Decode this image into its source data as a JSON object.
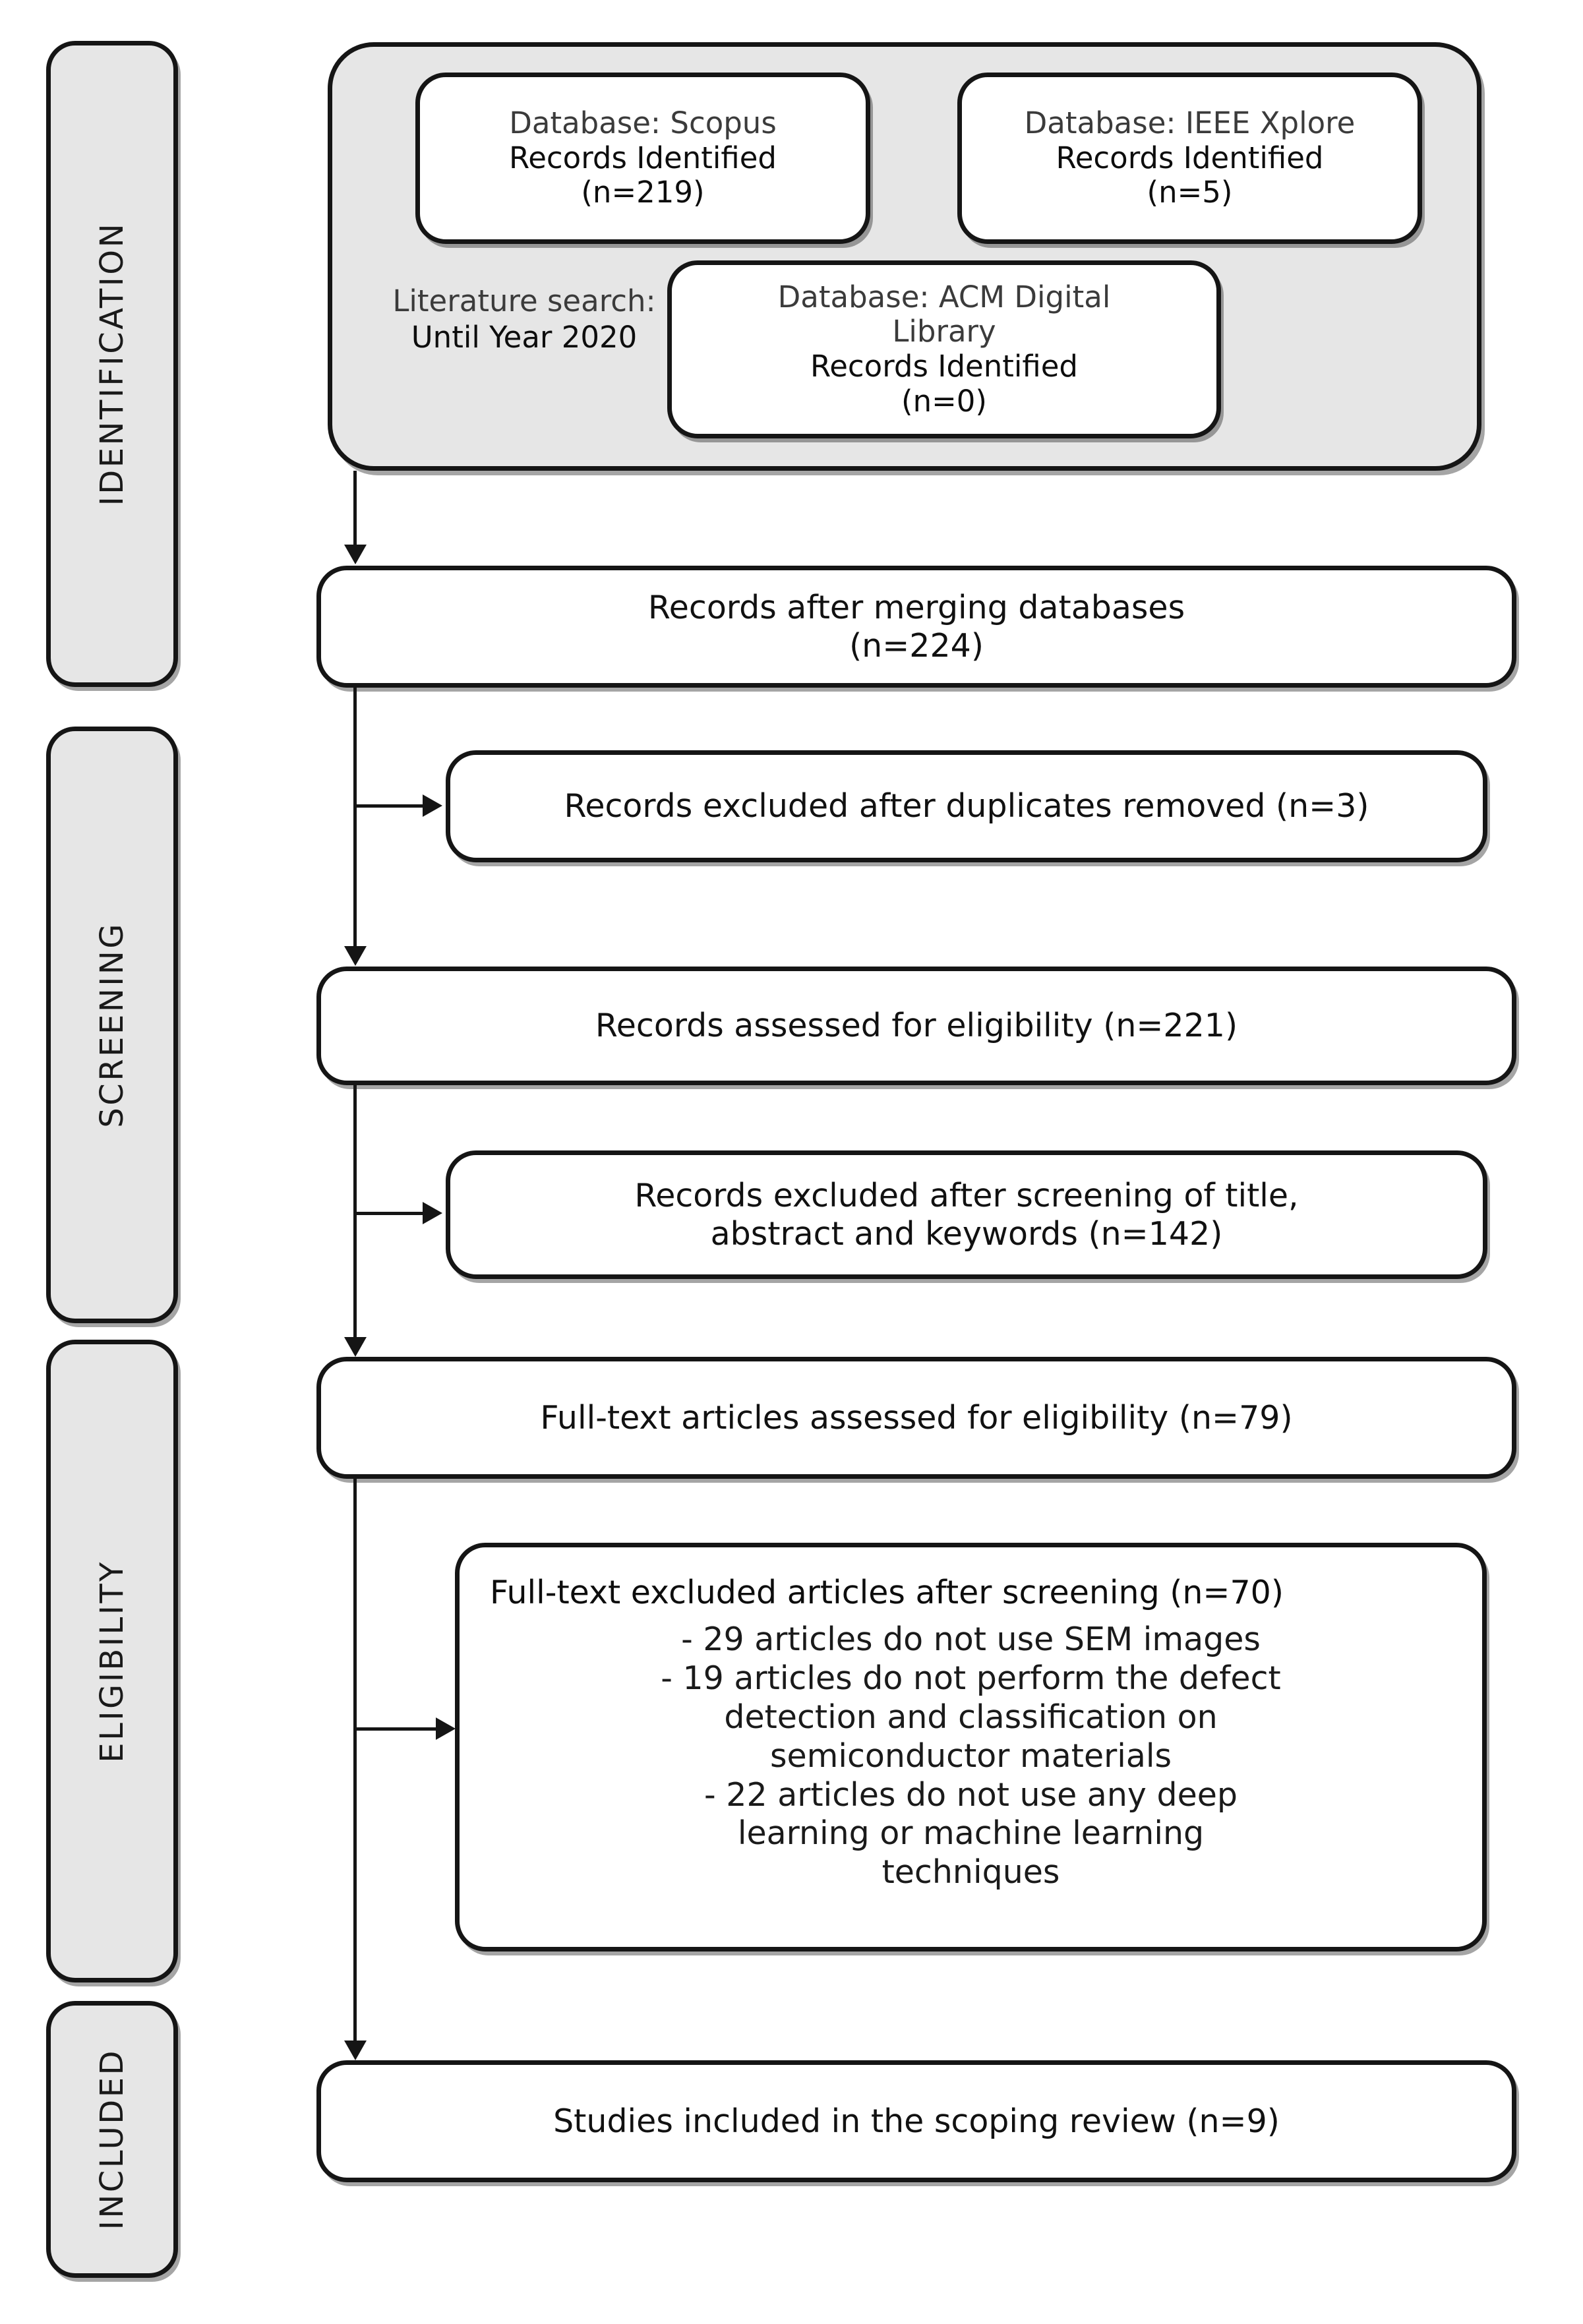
{
  "diagram": {
    "type": "prisma-flow-diagram",
    "title": "PRISMA scoping review flow diagram"
  },
  "stages": [
    {
      "id": "identification",
      "label": "IDENTIFICATION"
    },
    {
      "id": "screening",
      "label": "SCREENING"
    },
    {
      "id": "eligibility",
      "label": "ELIGIBILITY"
    },
    {
      "id": "included",
      "label": "INCLUDED"
    }
  ],
  "identification": {
    "literature_search": {
      "label": "Literature search:",
      "value": "Until Year 2020"
    },
    "databases": [
      {
        "id": "scopus",
        "database_label": "Database: Scopus",
        "records_label": "Records Identified",
        "count_label": "(n=219)",
        "count": 219
      },
      {
        "id": "ieee-xplore",
        "database_label": "Database: IEEE Xplore",
        "records_label": "Records Identified",
        "count_label": "(n=5)",
        "count": 5
      },
      {
        "id": "acm-digital-library",
        "database_label": "Database: ACM Digital",
        "database_label_line2": "Library",
        "records_label": "Records Identified",
        "count_label": "(n=0)",
        "count": 0
      }
    ]
  },
  "flow": {
    "merged": {
      "line1": "Records after merging databases",
      "line2": "(n=224)",
      "count": 224
    },
    "duplicates_excluded": {
      "text": "Records excluded after duplicates removed (n=3)",
      "count": 3
    },
    "assessed": {
      "text": "Records assessed for eligibility (n=221)",
      "count": 221
    },
    "screening_excluded": {
      "line1": "Records excluded after screening of title,",
      "line2": "abstract and keywords (n=142)",
      "count": 142
    },
    "fulltext_assessed": {
      "text": "Full-text articles assessed for eligibility (n=79)",
      "count": 79
    },
    "fulltext_excluded": {
      "title": "Full-text excluded articles after screening (n=70)",
      "count": 70,
      "reasons": [
        "-  29 articles do not use SEM images",
        "- 19 articles do not perform the defect",
        "detection and classification on",
        "semiconductor materials",
        "- 22 articles do not use any deep",
        "learning or machine learning",
        "techniques"
      ]
    },
    "included": {
      "text": "Studies included in the scoping review (n=9)",
      "count": 9
    }
  },
  "colors": {
    "stage_fill": "#e6e6e6",
    "box_fill": "#ffffff",
    "stroke": "#151515",
    "text": "#1a1a1a",
    "text_light": "#3b3b3b"
  }
}
